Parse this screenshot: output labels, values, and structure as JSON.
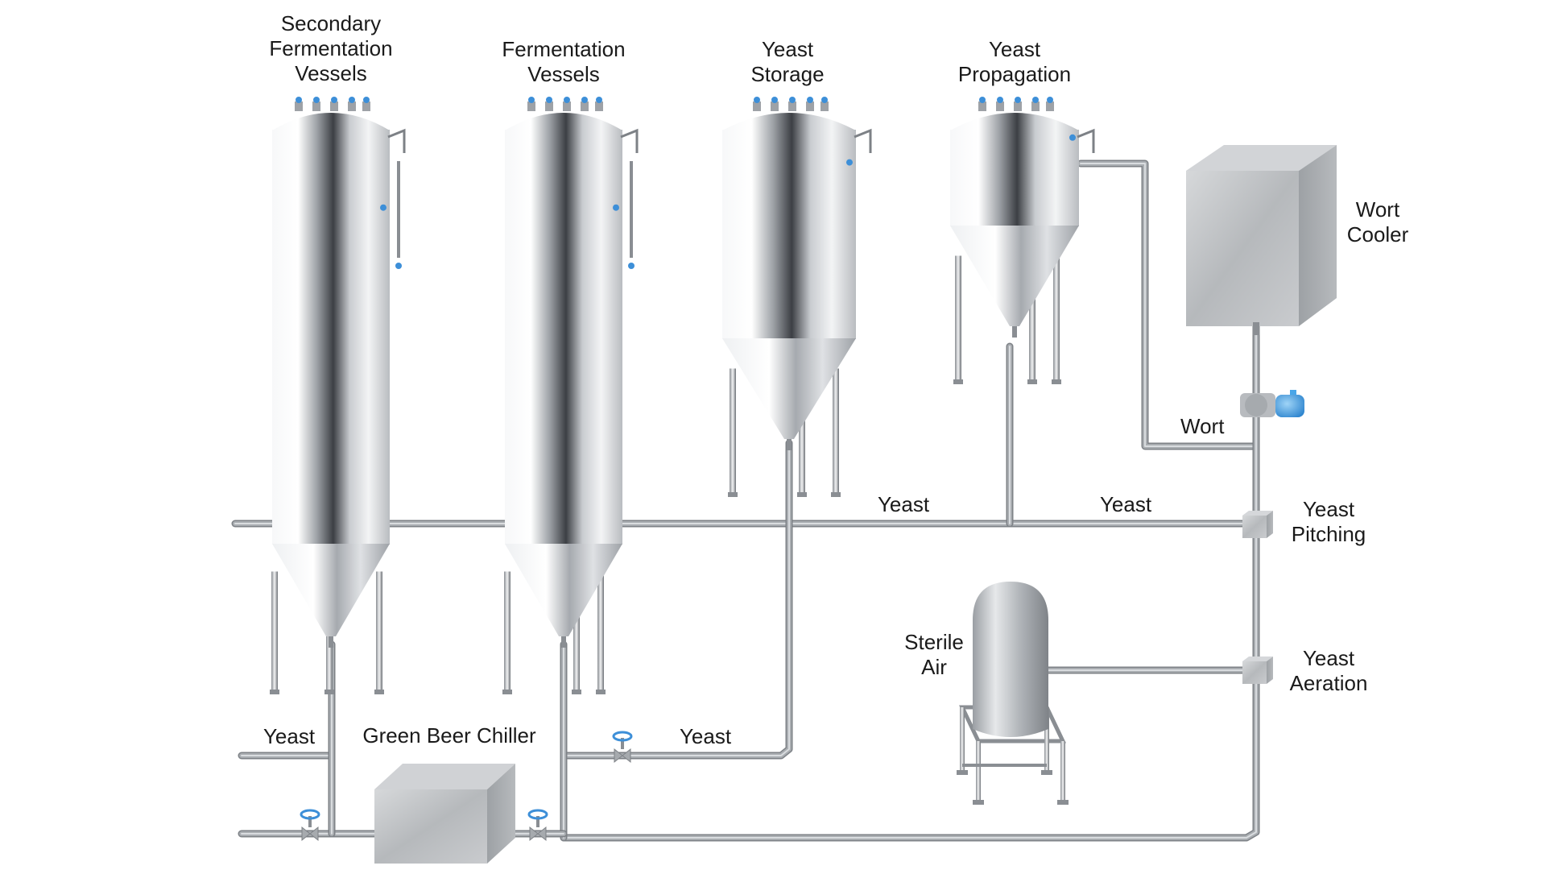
{
  "labels": {
    "secondary_fermentation": [
      "Secondary",
      "Fermentation",
      "Vessels"
    ],
    "fermentation": [
      "Fermentation",
      "Vessels"
    ],
    "yeast_storage": [
      "Yeast",
      "Storage"
    ],
    "yeast_propagation": [
      "Yeast",
      "Propagation"
    ],
    "wort_cooler": [
      "Wort",
      "Cooler"
    ],
    "wort": "Wort",
    "yeast_line_1": "Yeast",
    "yeast_line_2": "Yeast",
    "yeast_pitching": [
      "Yeast",
      "Pitching"
    ],
    "sterile_air": [
      "Sterile",
      "Air"
    ],
    "yeast_aeration": [
      "Yeast",
      "Aeration"
    ],
    "yeast_bottom_left": "Yeast",
    "green_beer_chiller": "Green Beer Chiller",
    "yeast_bottom_mid": "Yeast"
  },
  "colors": {
    "pipe": "#a9adb1",
    "pipe_dark": "#7d8186",
    "steel_light": "#f4f5f6",
    "steel_dark": "#3a3d41",
    "valve_blue": "#3d8fd8",
    "motor_blue": "#4aa6e8",
    "box_steel": "#b9bcbf"
  }
}
